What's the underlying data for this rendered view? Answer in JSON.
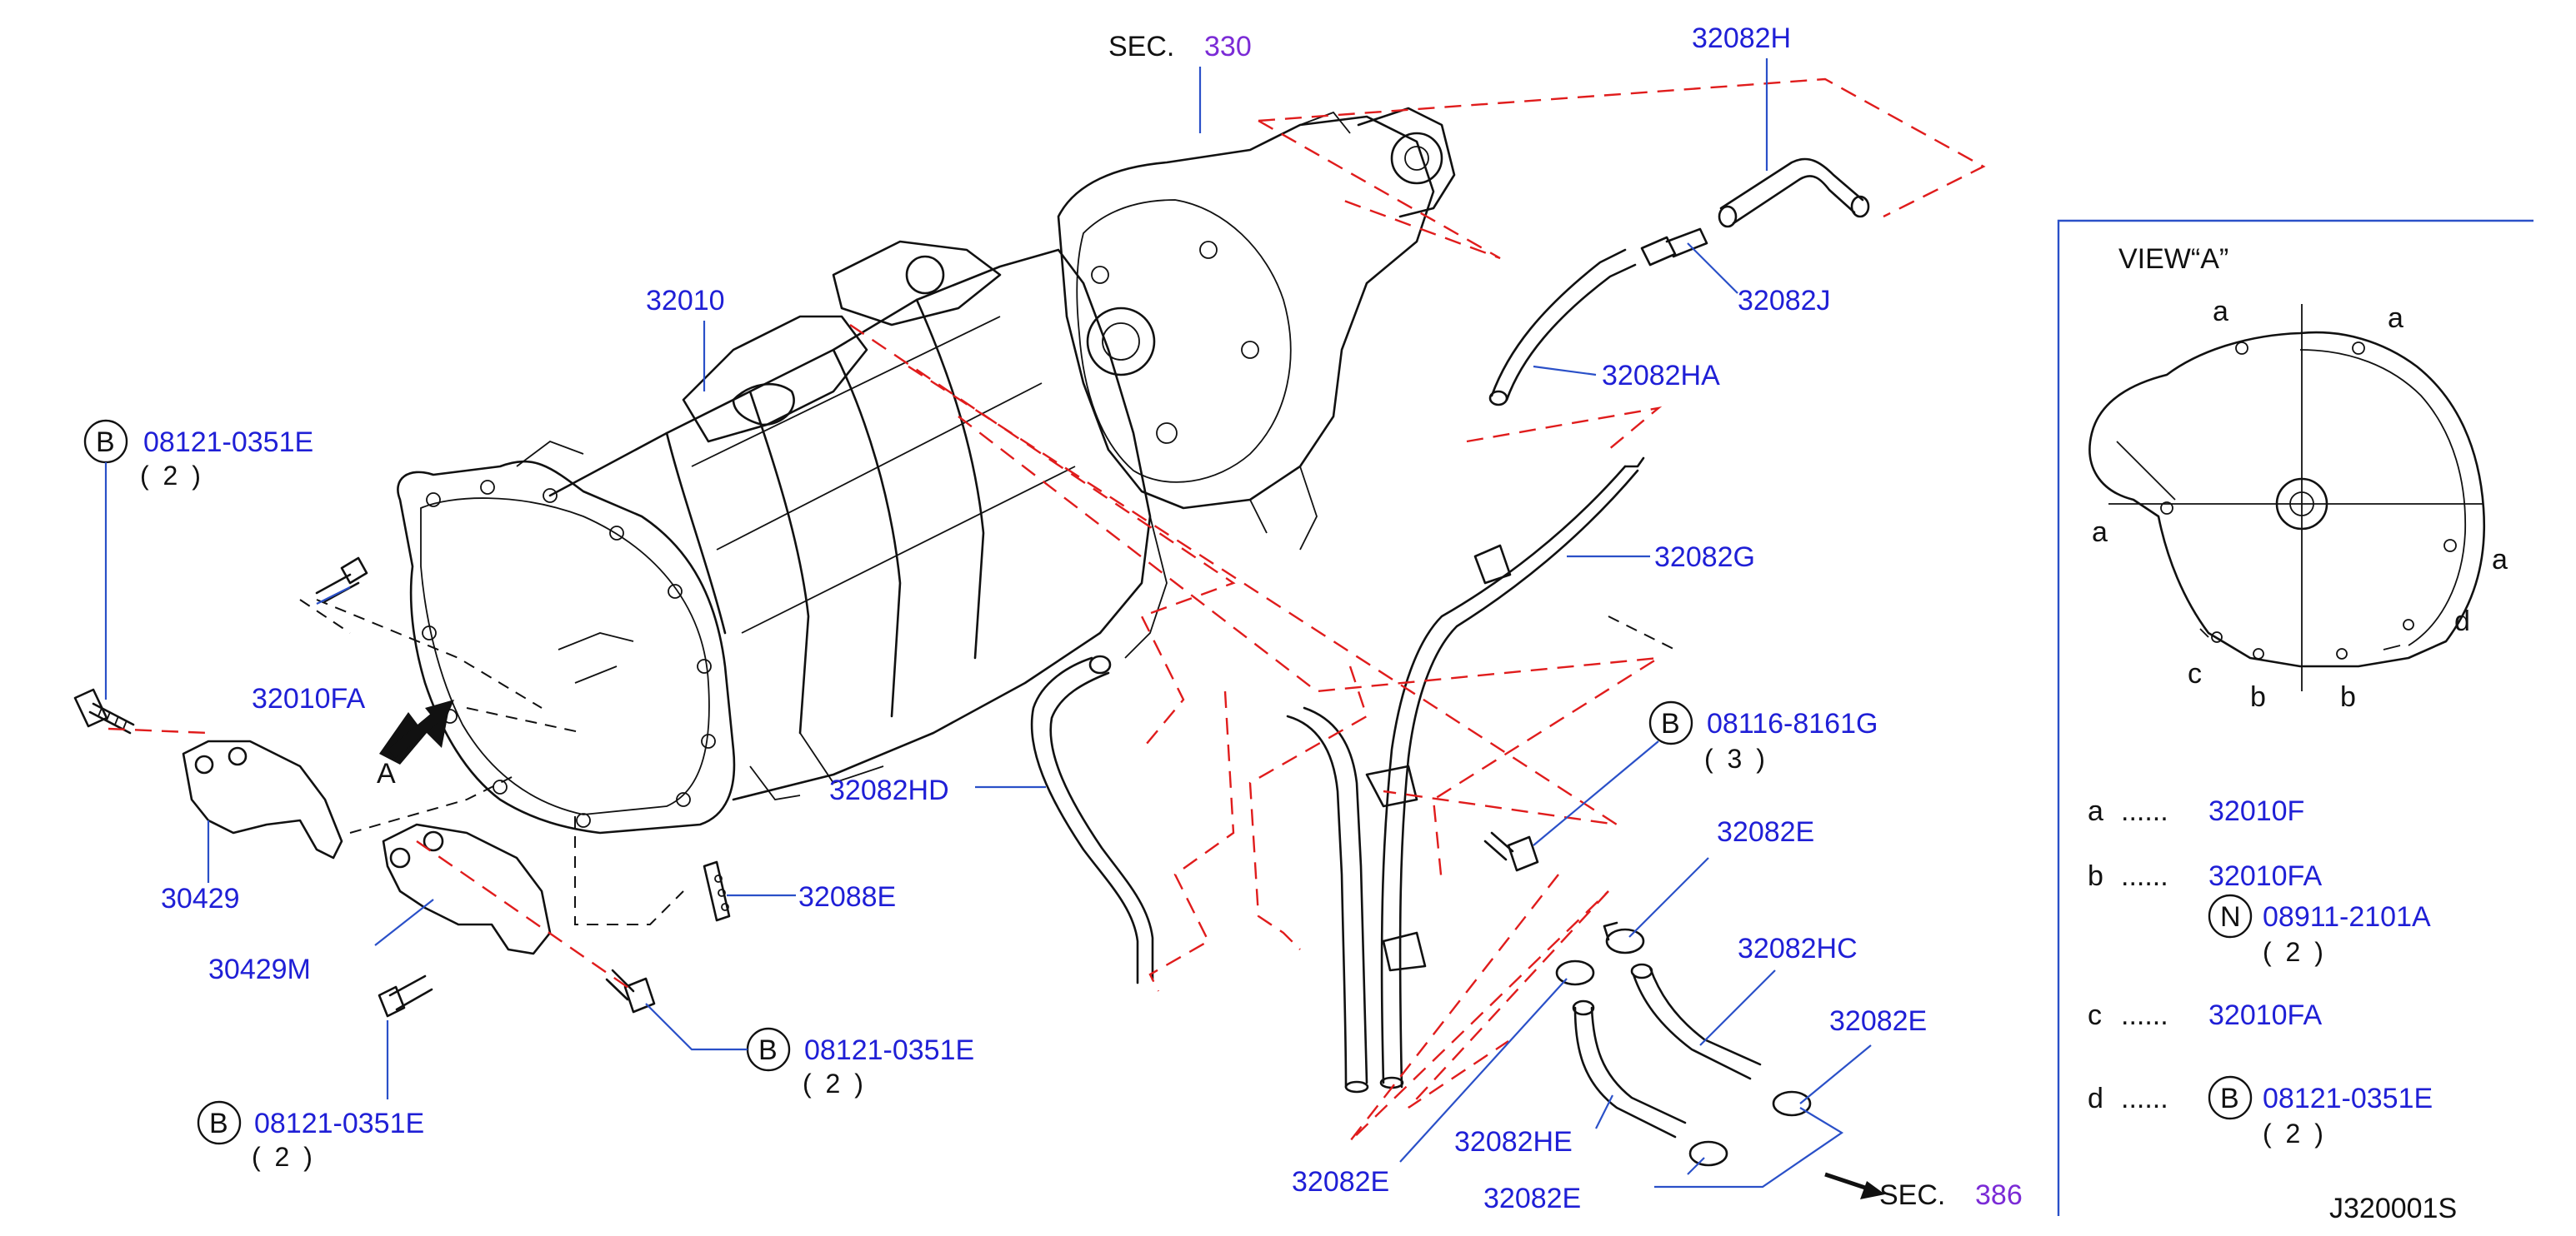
{
  "diagram": {
    "code": "J320001S",
    "sections": {
      "top": {
        "label": "SEC.",
        "number": "330"
      },
      "bottom": {
        "label": "SEC.",
        "number": "386"
      }
    },
    "parts": {
      "p32010": "32010",
      "p32082H": "32082H",
      "p32082J": "32082J",
      "p32082HA": "32082HA",
      "p32082G": "32082G",
      "p32010FA": "32010FA",
      "p30429": "30429",
      "p30429M": "30429M",
      "p32082HD": "32082HD",
      "p32088E": "32088E",
      "p32082E_1": "32082E",
      "p32082HC": "32082HC",
      "p32082E_2": "32082E",
      "p32082HE": "32082HE",
      "p32082E_3": "32082E",
      "p32082E_4": "32082E"
    },
    "bolts": {
      "b1": {
        "symbol": "B",
        "code": "08121-0351E",
        "qty": "( 2 )"
      },
      "b2": {
        "symbol": "B",
        "code": "08116-8161G",
        "qty": "( 3 )"
      },
      "b3": {
        "symbol": "B",
        "code": "08121-0351E",
        "qty": "( 2 )"
      },
      "b4": {
        "symbol": "B",
        "code": "08121-0351E",
        "qty": "( 2 )"
      }
    },
    "view_arrow": "A",
    "view_a": {
      "title": "VIEW“A”",
      "points": {
        "a": "a",
        "b": "b",
        "c": "c",
        "d": "d"
      },
      "legend": [
        {
          "key": "a",
          "dots": "......",
          "part": "32010F"
        },
        {
          "key": "b",
          "dots": "......",
          "part": "32010FA",
          "extra_symbol": "N",
          "extra_code": "08911-2101A",
          "extra_qty": "( 2 )"
        },
        {
          "key": "c",
          "dots": "......",
          "part": "32010FA"
        },
        {
          "key": "d",
          "dots": "......",
          "symbol": "B",
          "code": "08121-0351E",
          "qty": "( 2 )"
        }
      ]
    },
    "colors": {
      "part_number": "#1f1fd6",
      "section_number": "#7b2bd6",
      "leader": "#2a50c8",
      "dashed_link": "#e01c1c"
    }
  }
}
